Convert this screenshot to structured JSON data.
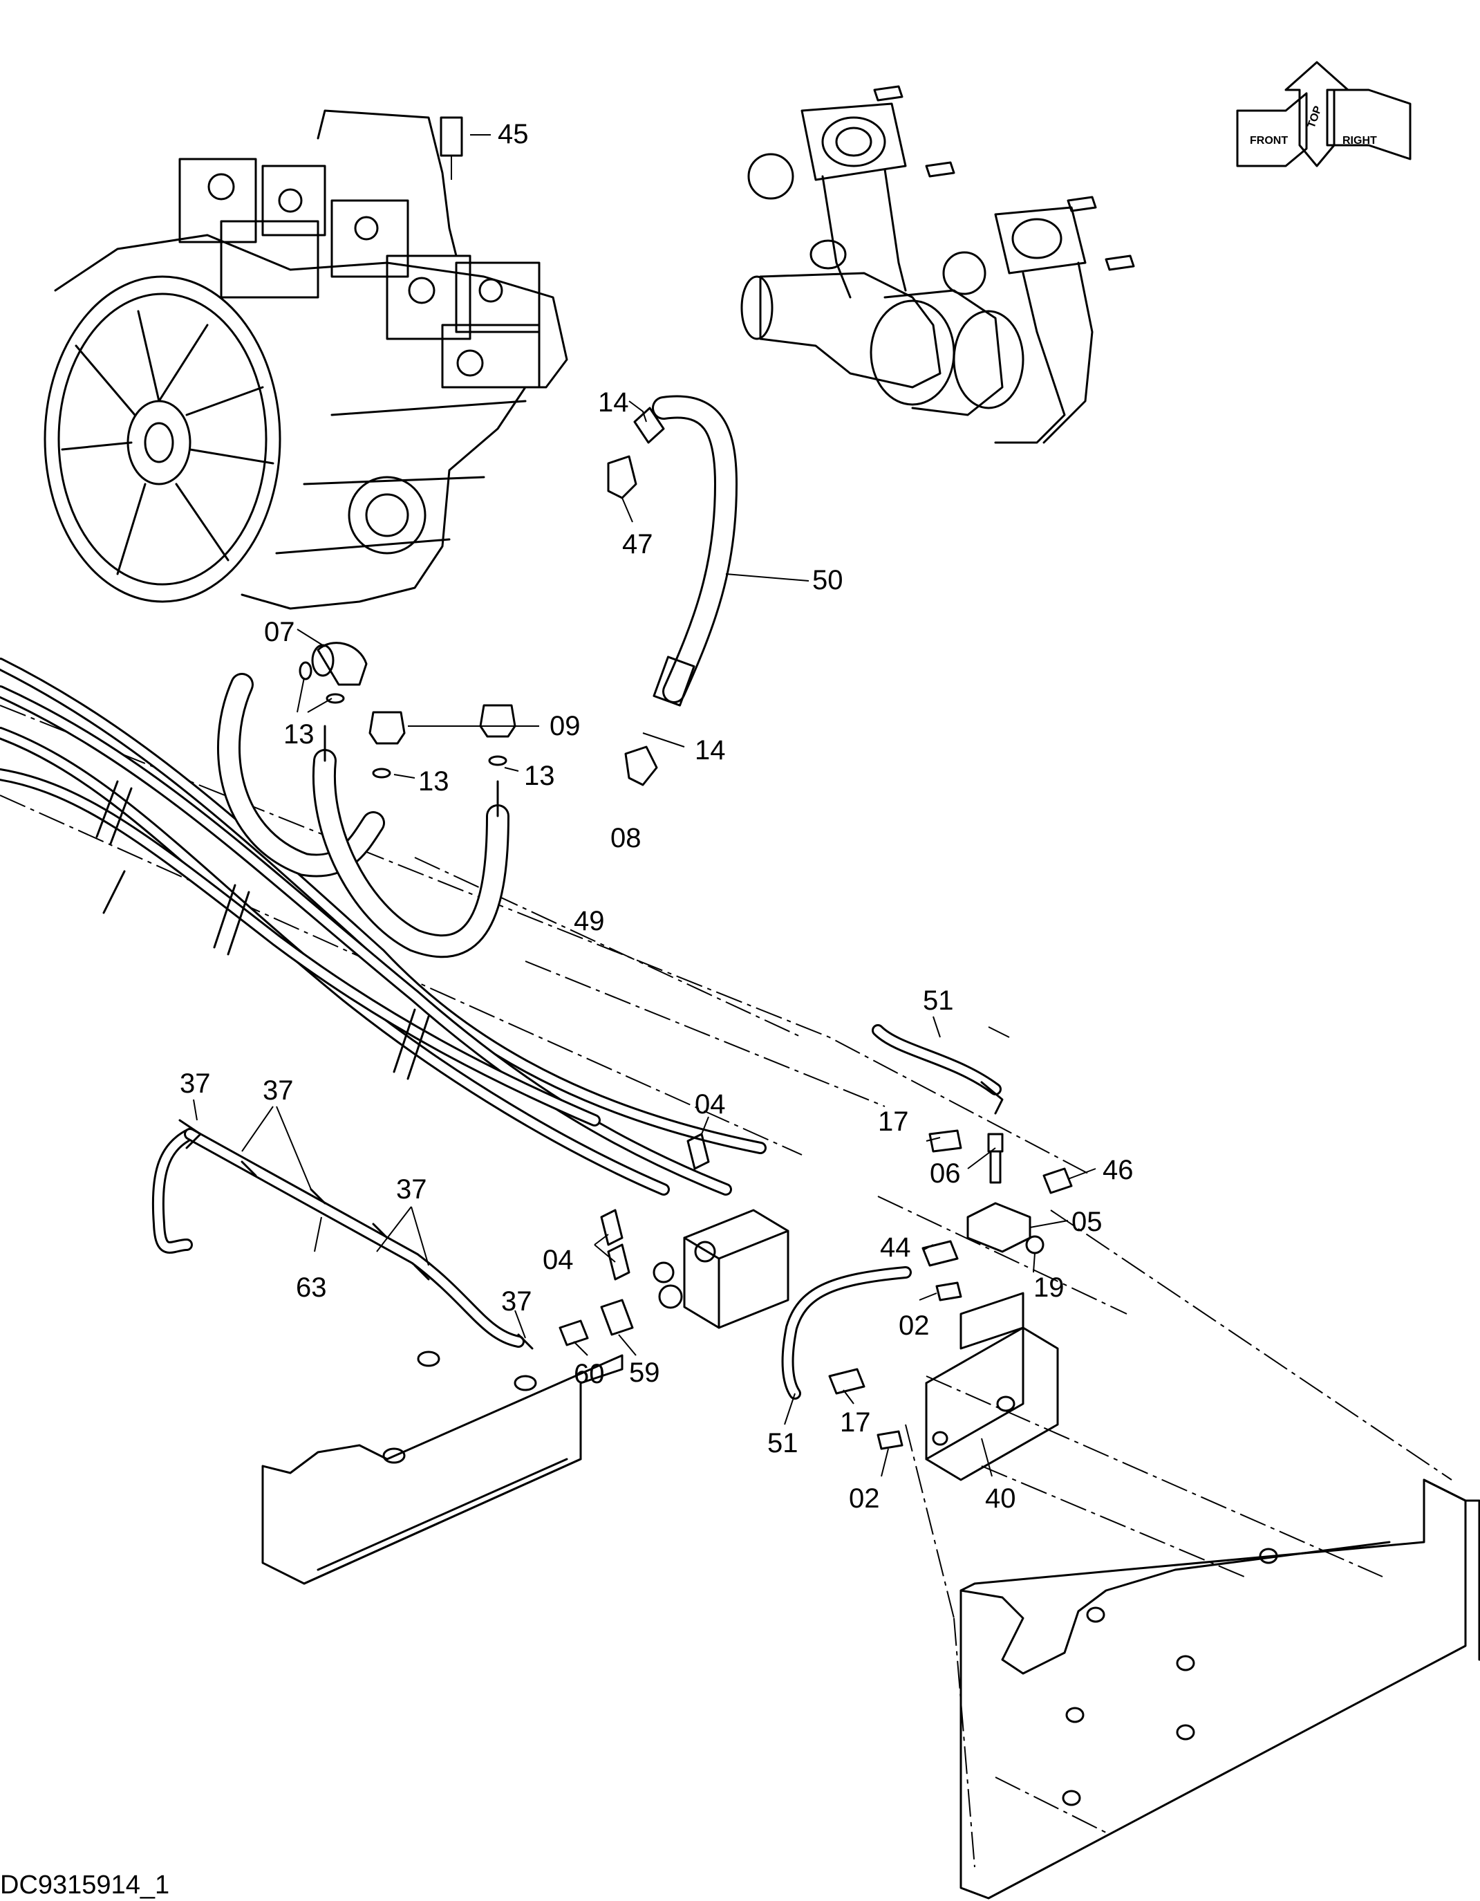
{
  "drawing_id": "DC9315914_1",
  "orientation": {
    "front": "FRONT",
    "top": "TOP",
    "right": "RIGHT"
  },
  "callouts": [
    {
      "id": "c45",
      "text": "45"
    },
    {
      "id": "c14a",
      "text": "14"
    },
    {
      "id": "c47",
      "text": "47"
    },
    {
      "id": "c50",
      "text": "50"
    },
    {
      "id": "c07",
      "text": "07"
    },
    {
      "id": "c13a",
      "text": "13"
    },
    {
      "id": "c09",
      "text": "09"
    },
    {
      "id": "c13b",
      "text": "13"
    },
    {
      "id": "c13c",
      "text": "13"
    },
    {
      "id": "c14b",
      "text": "14"
    },
    {
      "id": "c08",
      "text": "08"
    },
    {
      "id": "c49",
      "text": "49"
    },
    {
      "id": "c51a",
      "text": "51"
    },
    {
      "id": "c37a",
      "text": "37"
    },
    {
      "id": "c37b",
      "text": "37"
    },
    {
      "id": "c04a",
      "text": "04"
    },
    {
      "id": "c17a",
      "text": "17"
    },
    {
      "id": "c06",
      "text": "06"
    },
    {
      "id": "c46",
      "text": "46"
    },
    {
      "id": "c37c",
      "text": "37"
    },
    {
      "id": "c05",
      "text": "05"
    },
    {
      "id": "c44",
      "text": "44"
    },
    {
      "id": "c04b",
      "text": "04"
    },
    {
      "id": "c63",
      "text": "63"
    },
    {
      "id": "c19",
      "text": "19"
    },
    {
      "id": "c37d",
      "text": "37"
    },
    {
      "id": "c02a",
      "text": "02"
    },
    {
      "id": "c60",
      "text": "60"
    },
    {
      "id": "c59",
      "text": "59"
    },
    {
      "id": "c51b",
      "text": "51"
    },
    {
      "id": "c17b",
      "text": "17"
    },
    {
      "id": "c40",
      "text": "40"
    },
    {
      "id": "c02b",
      "text": "02"
    }
  ]
}
